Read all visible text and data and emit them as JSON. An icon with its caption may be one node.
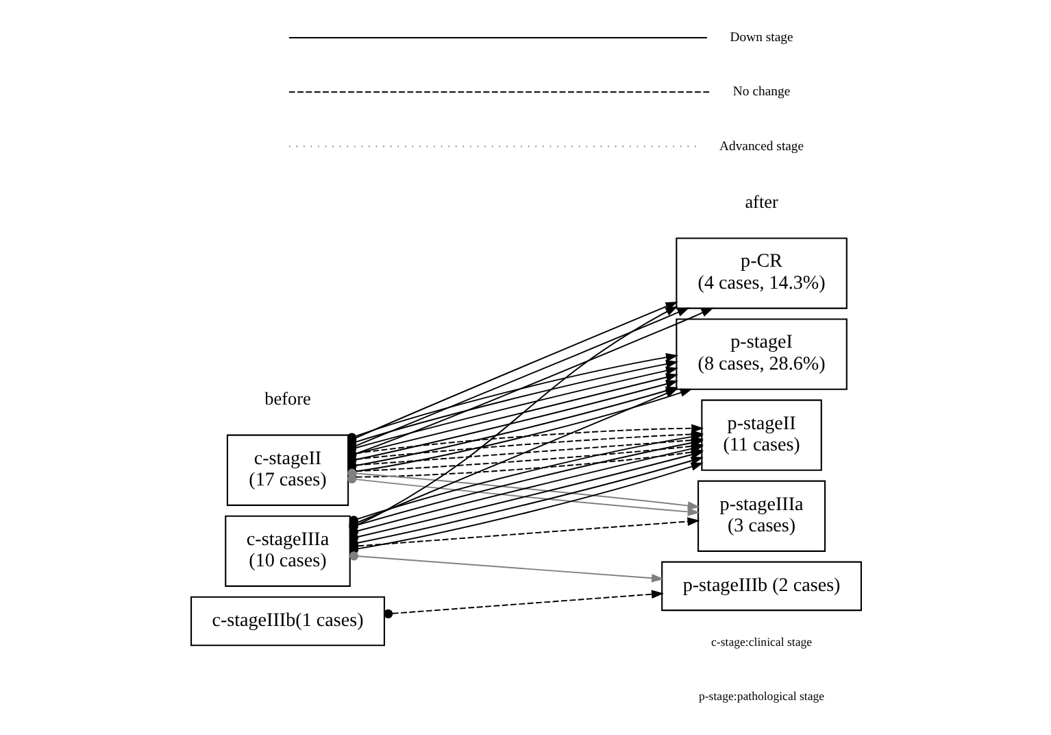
{
  "diagram": {
    "nodes": [
      {
        "text": [
          "c-stageII",
          "(17 cases)"
        ]
      },
      {
        "text": [
          "c-stageIIIa",
          "(10 cases)"
        ]
      },
      {
        "text": [
          "c-stageIIIb(1 cases)"
        ]
      },
      {
        "text": [
          "p-CR",
          "(4 cases, 14.3%)"
        ]
      },
      {
        "text": [
          "p-stageI",
          "(8 cases, 28.6%)"
        ]
      },
      {
        "text": [
          "p-stageII",
          "(11 cases)"
        ]
      },
      {
        "text": [
          "p-stageIIIa",
          "(3 cases)"
        ]
      },
      {
        "text": [
          "p-stageIIIb (2 cases)"
        ]
      }
    ],
    "edges": [
      {
        "from": 0,
        "to": 3,
        "arrow": "to"
      },
      {
        "from": 0,
        "to": 3,
        "arrow": "to"
      },
      {
        "from": 0,
        "to": 3,
        "arrow": "to"
      },
      {
        "from": 0,
        "to": 4,
        "arrow": "to"
      },
      {
        "from": 0,
        "to": 4,
        "arrow": "to"
      },
      {
        "from": 0,
        "to": 4,
        "arrow": "to"
      },
      {
        "from": 0,
        "to": 4,
        "arrow": "to"
      },
      {
        "from": 0,
        "to": 4,
        "arrow": "to"
      },
      {
        "from": 0,
        "to": 4,
        "arrow": "to"
      },
      {
        "from": 0,
        "to": 4,
        "arrow": "to"
      },
      {
        "from": 0,
        "to": 5,
        "arrow": "to",
        "style": "dashed"
      },
      {
        "from": 0,
        "to": 5,
        "arrow": "to",
        "style": "dashed"
      },
      {
        "from": 0,
        "to": 5,
        "arrow": "to",
        "style": "dashed"
      },
      {
        "from": 0,
        "to": 5,
        "arrow": "to",
        "style": "dashed"
      },
      {
        "from": 0,
        "to": 5,
        "arrow": "to",
        "style": "dashed"
      },
      {
        "from": 0,
        "to": 6,
        "arrow": "to",
        "color": "#808080"
      },
      {
        "from": 0,
        "to": 6,
        "arrow": "to",
        "color": "#808080"
      },
      {
        "from": 1,
        "to": 3,
        "arrow": "to"
      },
      {
        "from": 1,
        "to": 4,
        "arrow": "to"
      },
      {
        "from": 1,
        "to": 5,
        "arrow": "to"
      },
      {
        "from": 1,
        "to": 5,
        "arrow": "to"
      },
      {
        "from": 1,
        "to": 5,
        "arrow": "to"
      },
      {
        "from": 1,
        "to": 5,
        "arrow": "to"
      },
      {
        "from": 1,
        "to": 5,
        "arrow": "to"
      },
      {
        "from": 1,
        "to": 5,
        "arrow": "to"
      },
      {
        "from": 1,
        "to": 6,
        "arrow": "to",
        "style": "dashed"
      },
      {
        "from": 1,
        "to": 7,
        "arrow": "to",
        "color": "#808080"
      },
      {
        "from": 2,
        "to": 7,
        "arrow": "to",
        "style": "dashed"
      }
    ],
    "labels": [
      "before",
      "after",
      "c-stage:clinical stage",
      "p-stage:pathological stage"
    ],
    "legend": [
      {
        "text": "Down stage"
      },
      {
        "text": "No change"
      },
      {
        "text": "Advanced stage"
      }
    ]
  }
}
